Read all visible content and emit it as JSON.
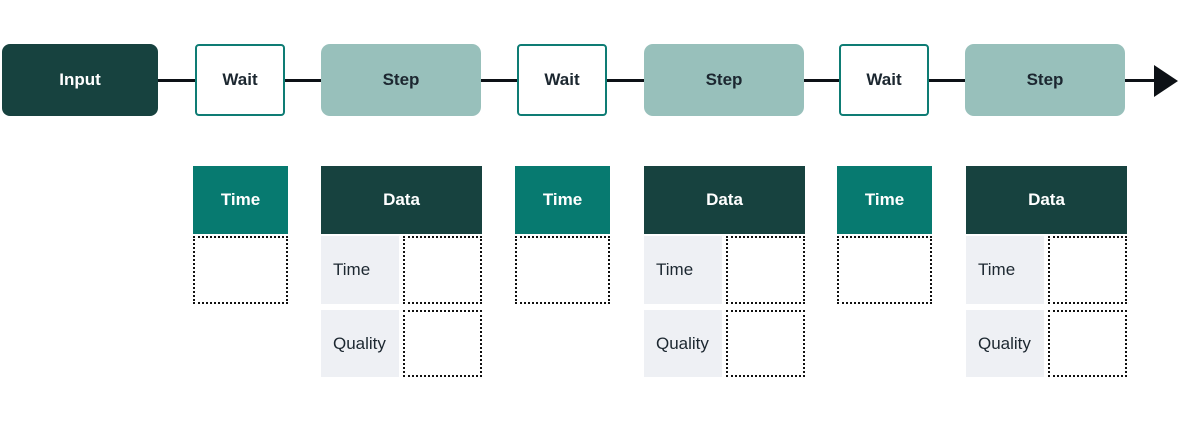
{
  "colors": {
    "dark_teal": "#17423f",
    "teal": "#077a70",
    "sage_green": "#98c0bb",
    "cell_gray": "#eef0f4",
    "line_black": "#0d1116",
    "wait_border_teal": "#0e7c74",
    "text_dark": "#1c2730",
    "text_light": "#ffffff",
    "background": "#ffffff"
  },
  "flow": {
    "input_label": "Input",
    "arrow_icon": "arrow-right",
    "sequence": [
      {
        "wait_label": "Wait",
        "step_label": "Step"
      },
      {
        "wait_label": "Wait",
        "step_label": "Step"
      },
      {
        "wait_label": "Wait",
        "step_label": "Step"
      }
    ]
  },
  "tables": {
    "time_tables": [
      {
        "header": "Time",
        "empty_cells": 1
      },
      {
        "header": "Time",
        "empty_cells": 1
      },
      {
        "header": "Time",
        "empty_cells": 1
      }
    ],
    "data_tables": [
      {
        "header": "Data",
        "row_labels": [
          "Time",
          "Quality"
        ]
      },
      {
        "header": "Data",
        "row_labels": [
          "Time",
          "Quality"
        ]
      },
      {
        "header": "Data",
        "row_labels": [
          "Time",
          "Quality"
        ]
      }
    ]
  }
}
